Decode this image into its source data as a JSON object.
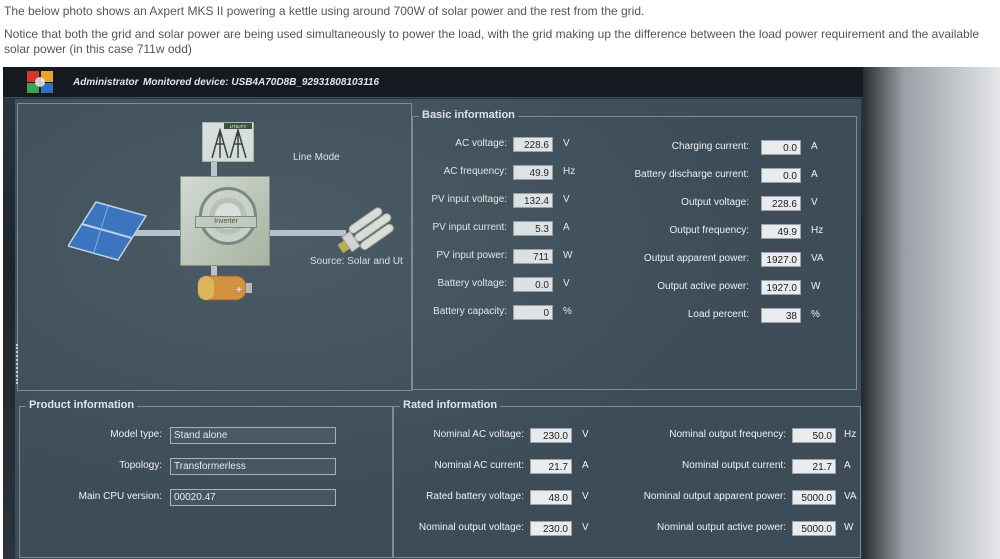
{
  "intro": {
    "p1": "The below photo shows an Axpert MKS II powering a kettle using around 700W of solar power and the rest from the grid.",
    "p2": "Notice that both the grid and solar power are being used simultaneously to power the load, with the grid making up the difference between the load power requirement and the available solar power (in this case 711w odd)"
  },
  "topbar": {
    "admin": "Administrator",
    "monitored": "Monitored device:  USB4A70D8B_92931808103116"
  },
  "diagram": {
    "mode": "Line Mode",
    "source": "Source:  Solar and Ut",
    "inverter_label": "Inverter",
    "utility_label": "UTILITY"
  },
  "basic": {
    "title": "Basic information",
    "left": [
      {
        "label": "AC voltage:",
        "value": "228.6",
        "unit": "V"
      },
      {
        "label": "AC frequency:",
        "value": "49.9",
        "unit": "Hz"
      },
      {
        "label": "PV input voltage:",
        "value": "132.4",
        "unit": "V"
      },
      {
        "label": "PV input current:",
        "value": "5.3",
        "unit": "A"
      },
      {
        "label": "PV input power:",
        "value": "711",
        "unit": "W"
      },
      {
        "label": "Battery voltage:",
        "value": "0.0",
        "unit": "V"
      },
      {
        "label": "Battery capacity:",
        "value": "0",
        "unit": "%"
      }
    ],
    "right": [
      {
        "label": "Charging current:",
        "value": "0.0",
        "unit": "A"
      },
      {
        "label": "Battery discharge current:",
        "value": "0.0",
        "unit": "A"
      },
      {
        "label": "Output voltage:",
        "value": "228.6",
        "unit": "V"
      },
      {
        "label": "Output frequency:",
        "value": "49.9",
        "unit": "Hz"
      },
      {
        "label": "Output apparent power:",
        "value": "1927.0",
        "unit": "VA"
      },
      {
        "label": "Output active power:",
        "value": "1927.0",
        "unit": "W"
      },
      {
        "label": "Load percent:",
        "value": "38",
        "unit": "%"
      }
    ]
  },
  "product": {
    "title": "Product information",
    "rows": [
      {
        "label": "Model type:",
        "value": "Stand alone"
      },
      {
        "label": "Topology:",
        "value": "Transformerless"
      },
      {
        "label": "Main CPU version:",
        "value": "00020.47"
      }
    ]
  },
  "rated": {
    "title": "Rated information",
    "left": [
      {
        "label": "Nominal AC voltage:",
        "value": "230.0",
        "unit": "V"
      },
      {
        "label": "Nominal AC current:",
        "value": "21.7",
        "unit": "A"
      },
      {
        "label": "Rated battery voltage:",
        "value": "48.0",
        "unit": "V"
      },
      {
        "label": "Nominal output voltage:",
        "value": "230.0",
        "unit": "V"
      }
    ],
    "right": [
      {
        "label": "Nominal output frequency:",
        "value": "50.0",
        "unit": "Hz"
      },
      {
        "label": "Nominal output current:",
        "value": "21.7",
        "unit": "A"
      },
      {
        "label": "Nominal output apparent power:",
        "value": "5000.0",
        "unit": "VA"
      },
      {
        "label": "Nominal output active power:",
        "value": "5000.0",
        "unit": "W"
      }
    ]
  },
  "colors": {
    "screen_bg": "#3d4c56",
    "value_box": "#e9ecee",
    "panel_border": "#7d8c95"
  }
}
